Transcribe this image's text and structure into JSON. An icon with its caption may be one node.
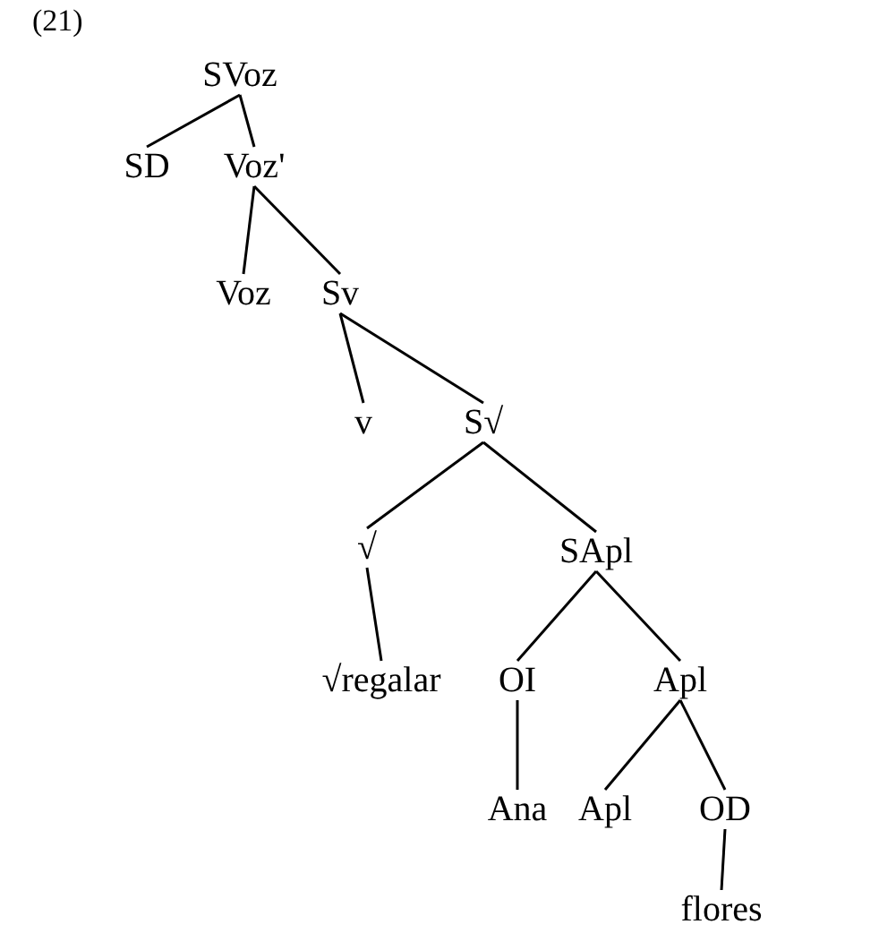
{
  "diagram": {
    "nodes": [
      {
        "text": [
          "SVoz"
        ]
      },
      {
        "text": [
          "SD"
        ]
      },
      {
        "text": [
          "Voz'"
        ]
      },
      {
        "text": [
          "Voz"
        ]
      },
      {
        "text": [
          "Sv"
        ]
      },
      {
        "text": [
          "v"
        ]
      },
      {
        "text": [
          "S√"
        ]
      },
      {
        "text": [
          "√"
        ]
      },
      {
        "text": [
          "SApl"
        ]
      },
      {
        "text": [
          "√regalar"
        ]
      },
      {
        "text": [
          "OI"
        ]
      },
      {
        "text": [
          "Apl"
        ]
      },
      {
        "text": [
          "Ana"
        ]
      },
      {
        "text": [
          "Apl"
        ]
      },
      {
        "text": [
          "OD"
        ]
      },
      {
        "text": [
          "flores"
        ]
      }
    ],
    "edges": [
      {
        "from": 0,
        "to": 1,
        "arrow": "none"
      },
      {
        "from": 0,
        "to": 2,
        "arrow": "none"
      },
      {
        "from": 2,
        "to": 3,
        "arrow": "none"
      },
      {
        "from": 2,
        "to": 4,
        "arrow": "none"
      },
      {
        "from": 4,
        "to": 5,
        "arrow": "none"
      },
      {
        "from": 4,
        "to": 6,
        "arrow": "none"
      },
      {
        "from": 6,
        "to": 7,
        "arrow": "none"
      },
      {
        "from": 6,
        "to": 8,
        "arrow": "none"
      },
      {
        "from": 7,
        "to": 9,
        "arrow": "none"
      },
      {
        "from": 8,
        "to": 10,
        "arrow": "none"
      },
      {
        "from": 8,
        "to": 11,
        "arrow": "none"
      },
      {
        "from": 10,
        "to": 12,
        "arrow": "none"
      },
      {
        "from": 11,
        "to": 13,
        "arrow": "none"
      },
      {
        "from": 11,
        "to": 14,
        "arrow": "none"
      },
      {
        "from": 14,
        "to": 15,
        "arrow": "none"
      }
    ],
    "labels": [
      "(21)"
    ]
  }
}
